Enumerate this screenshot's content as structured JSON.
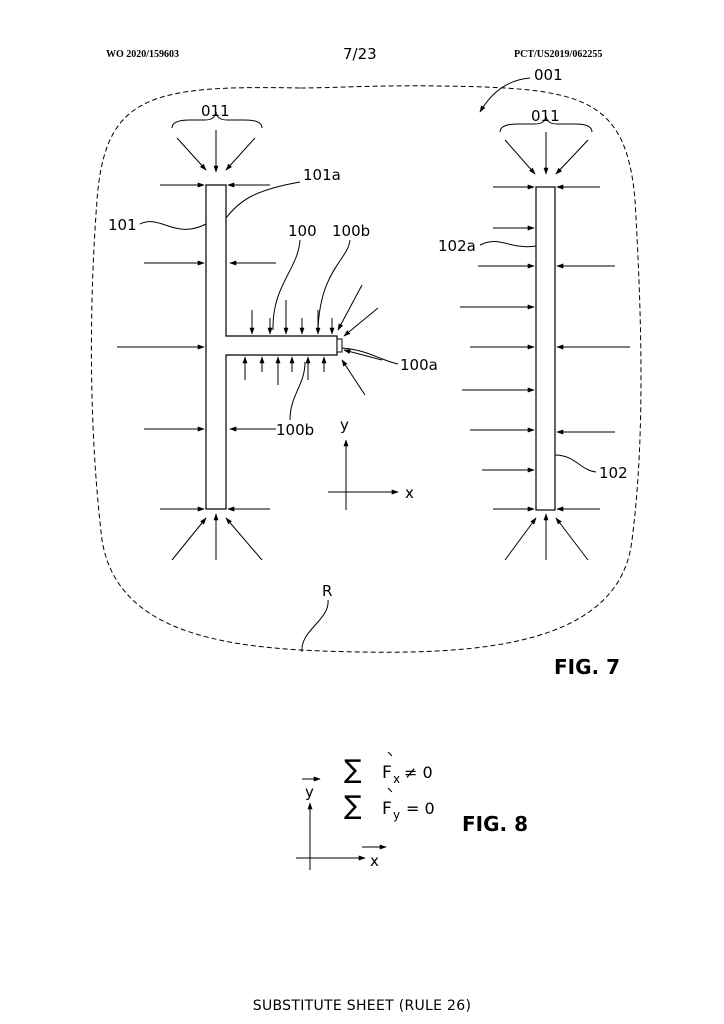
{
  "header": {
    "left": "WO 2020/159603",
    "center": "7/23",
    "right": "PCT/US2019/062255"
  },
  "fig7": {
    "caption": "FIG. 7",
    "labels": {
      "region_001": "001",
      "group_011_left": "011",
      "group_011_right": "011",
      "l101a": "101a",
      "l101": "101",
      "l100": "100",
      "l100b_top": "100b",
      "l102a": "102a",
      "l100a": "100a",
      "l100b_bottom": "100b",
      "axis_y": "y",
      "axis_x": "x",
      "l102": "102",
      "region_r": "R"
    }
  },
  "fig8": {
    "caption": "FIG. 8",
    "sum_symbol": "∑",
    "eq1_var": "F",
    "eq1_sub": "x",
    "eq1_rel": "≠ 0",
    "eq2_var": "F",
    "eq2_sub": "y",
    "eq2_rel": "= 0",
    "axis_y": "y",
    "axis_x": "x"
  },
  "footer": "SUBSTITUTE SHEET (RULE 26)"
}
